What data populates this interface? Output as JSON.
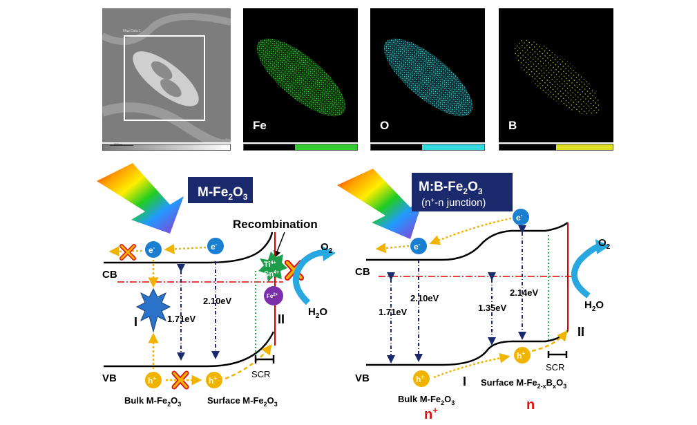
{
  "eds": {
    "panels": [
      {
        "label": "",
        "color": "#cccccc",
        "caption": "Map Data 1"
      },
      {
        "label": "Fe",
        "color": "#33cc33"
      },
      {
        "label": "O",
        "color": "#33dddd"
      },
      {
        "label": "B",
        "color": "#dddd22"
      }
    ],
    "scale_text": "250nm"
  },
  "left": {
    "title_main": "M-Fe",
    "title_sub1": "2",
    "title_mid": "O",
    "title_sub2": "3",
    "recombination": "Recombination",
    "cb": "CB",
    "vb": "VB",
    "e": "e",
    "h": "h",
    "gap_bulk": "1.71eV",
    "gap_surface": "2.10eV",
    "region_I": "I",
    "region_II": "II",
    "scr": "SCR",
    "ti": "Ti",
    "sn": "Sn",
    "fe": "Fe",
    "charge4": "4+",
    "charge2": "2+",
    "o2": "O",
    "h2o_h": "H",
    "h2o_o": "O",
    "sub2": "2",
    "bulk_label": "Bulk M-Fe",
    "surface_label": "Surface M-Fe",
    "o3": "O",
    "sub3": "3"
  },
  "right": {
    "title_line1_a": "M:B-Fe",
    "title_line1_b": "O",
    "title_line2_a": "(n",
    "title_line2_sup": "+",
    "title_line2_b": "-n junction)",
    "cb": "CB",
    "vb": "VB",
    "gap_bulk": "1.71eV",
    "gap_surface": "2.10eV",
    "gap_junction": "1.35eV",
    "gap_right": "2.14eV",
    "region_I": "I",
    "region_II": "II",
    "scr": "SCR",
    "bulk_label": "Bulk M-Fe",
    "surface_label_a": "Surface M-Fe",
    "surface_label_sub": "2-x",
    "surface_label_b": "B",
    "surface_label_subx": "x",
    "surface_label_c": "O",
    "nplus": "n",
    "plus": "+",
    "n": "n"
  },
  "colors": {
    "title_bg": "#1a2a6c",
    "carrier": "#1a7fd1",
    "hole": "#f0b400",
    "dashed_arrow": "#f0b400",
    "fermi": "#dd0000",
    "scr_line": "#22aa44",
    "red_text": "#e01010"
  }
}
